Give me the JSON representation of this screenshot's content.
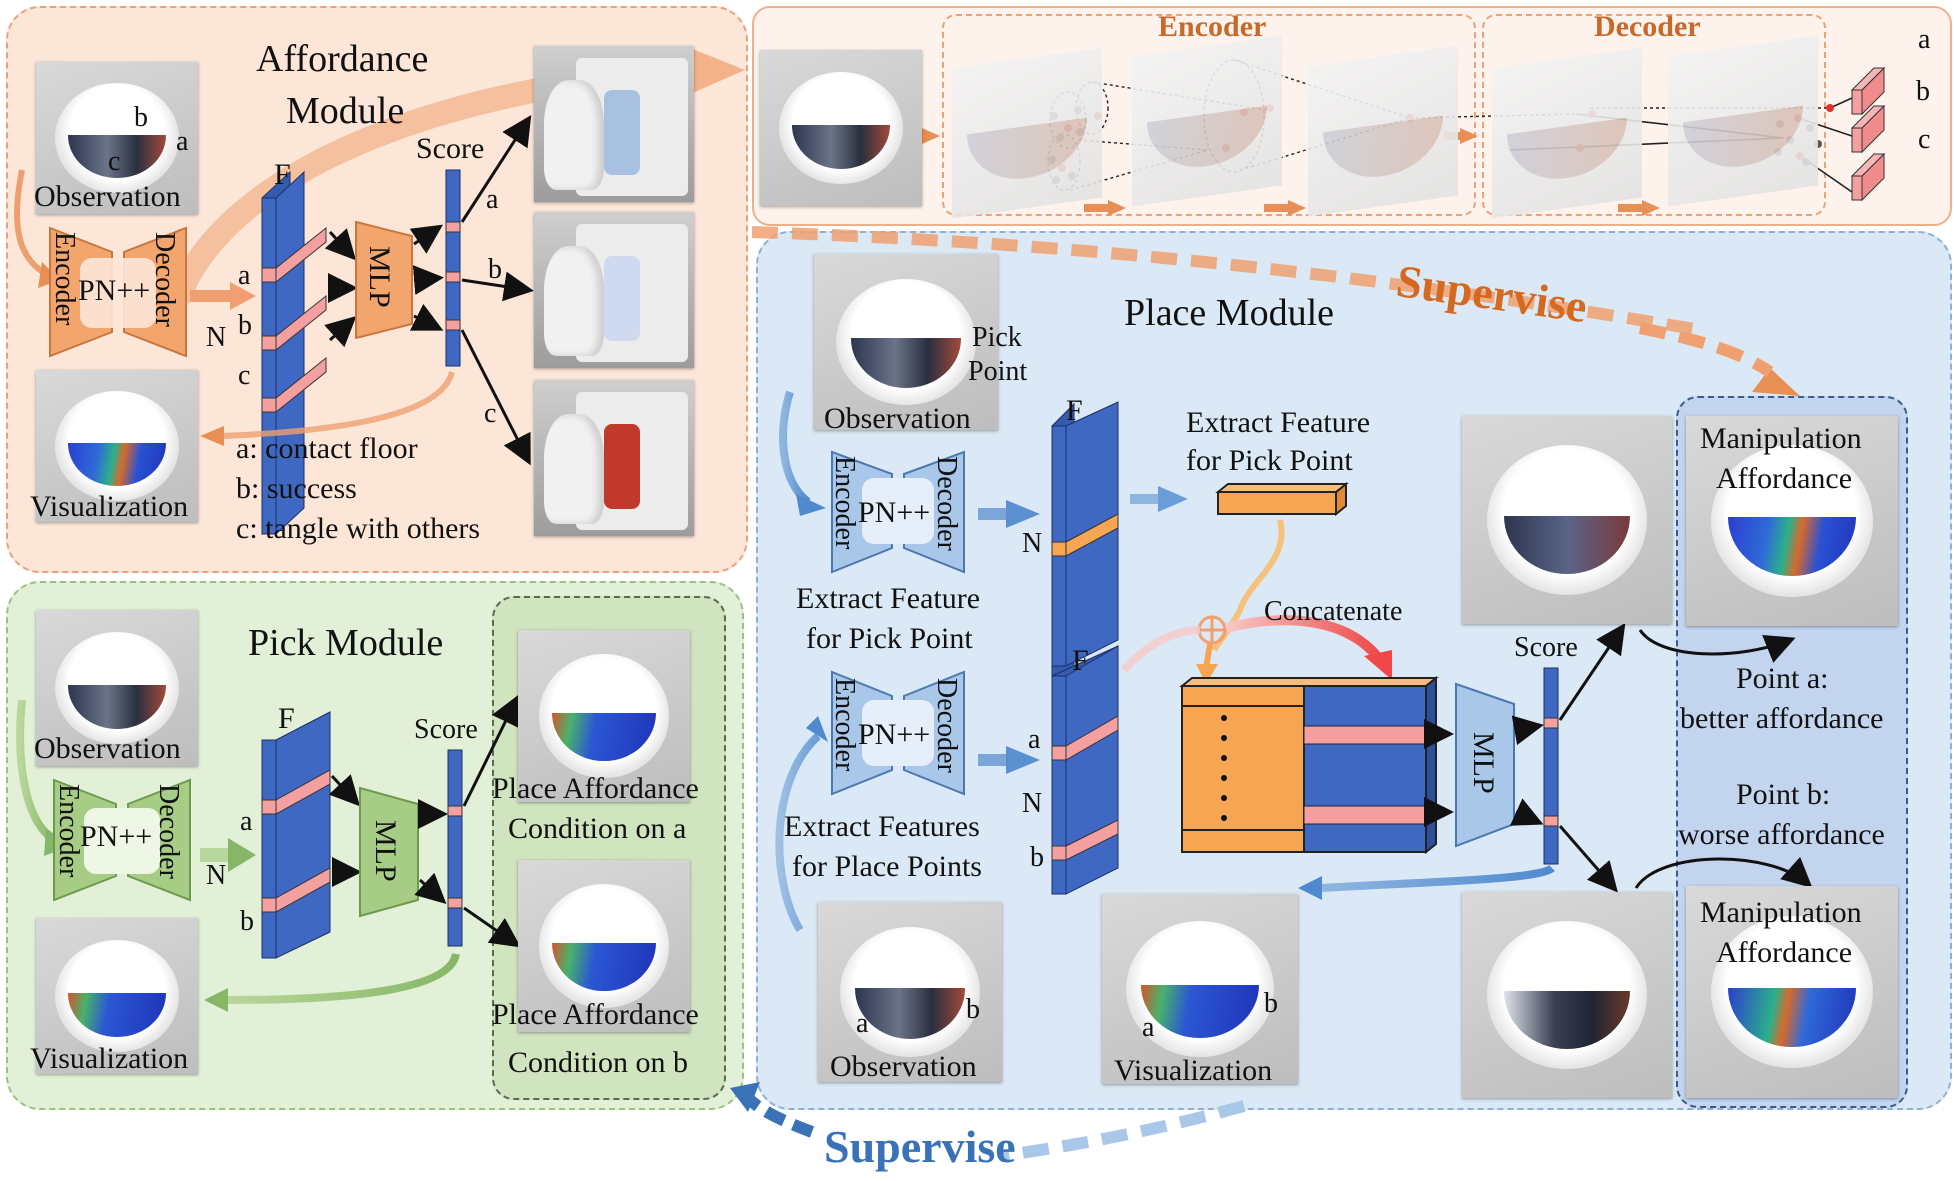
{
  "colors": {
    "affordance_bg": "#fbe6d8",
    "affordance_border": "#e8a27a",
    "pick_bg": "#e3f0d8",
    "pick_border": "#9cc081",
    "place_bg": "#dbe8f5",
    "place_border": "#8fb0d4",
    "feature_blue": "#3f68c2",
    "highlight_pink": "#f4a0a0",
    "orange_block": "#f6a552",
    "supervise_orange": "#d5691f",
    "supervise_blue": "#3a72b8"
  },
  "affordance_module": {
    "title_line1": "Affordance",
    "title_line2": "Module",
    "observation_label": "Observation",
    "visualization_label": "Visualization",
    "encoder_label": "Encoder",
    "decoder_label": "Decoder",
    "backbone_label": "PN++",
    "feature_label": "F",
    "n_label": "N",
    "point_labels": [
      "a",
      "b",
      "c"
    ],
    "mlp_label": "MLP",
    "score_label": "Score",
    "outcome_labels": [
      "a",
      "b",
      "c"
    ],
    "legend": [
      "a: contact floor",
      "b: success",
      "c: tangle with others"
    ],
    "observation_points": [
      "b",
      "a",
      "c"
    ]
  },
  "encoder_decoder_panel": {
    "encoder_title": "Encoder",
    "decoder_title": "Decoder",
    "output_labels": [
      "a",
      "b",
      "c"
    ]
  },
  "place_module": {
    "title": "Place Module",
    "observation_label": "Observation",
    "pick_point_label_line1": "Pick",
    "pick_point_label_line2": "Point",
    "encoder_label": "Encoder",
    "decoder_label": "Decoder",
    "backbone_label": "PN++",
    "extract_pick_line1": "Extract Feature",
    "extract_pick_line2": "for Pick Point",
    "extract_pick_right_line1": "Extract Feature",
    "extract_pick_right_line2": "for Pick Point",
    "extract_place_line1": "Extract Features",
    "extract_place_line2": "for Place Points",
    "feature_label_top": "F",
    "feature_label_bottom": "F",
    "n_label_top": "N",
    "n_label_bottom": "N",
    "point_labels": [
      "a",
      "b"
    ],
    "concatenate_label": "Concatenate",
    "mlp_label": "MLP",
    "score_label": "Score",
    "point_a_line1": "Point a:",
    "point_a_line2": "better affordance",
    "point_b_line1": "Point b:",
    "point_b_line2": "worse affordance",
    "manipulation_line1": "Manipulation",
    "manipulation_line2": "Affordance",
    "bottom_observation_label": "Observation",
    "bottom_visualization_label": "Visualization",
    "bottom_point_labels": [
      "a",
      "b"
    ]
  },
  "pick_module": {
    "title": "Pick Module",
    "observation_label": "Observation",
    "visualization_label": "Visualization",
    "encoder_label": "Encoder",
    "decoder_label": "Decoder",
    "backbone_label": "PN++",
    "feature_label": "F",
    "n_label": "N",
    "point_labels": [
      "a",
      "b"
    ],
    "mlp_label": "MLP",
    "score_label": "Score",
    "place_a_line1": "Place Affordance",
    "place_a_line2": "Condition on a",
    "place_b_line1": "Place Affordance",
    "place_b_line2": "Condition on b"
  },
  "supervise_top": "Supervise",
  "supervise_bottom": "Supervise"
}
